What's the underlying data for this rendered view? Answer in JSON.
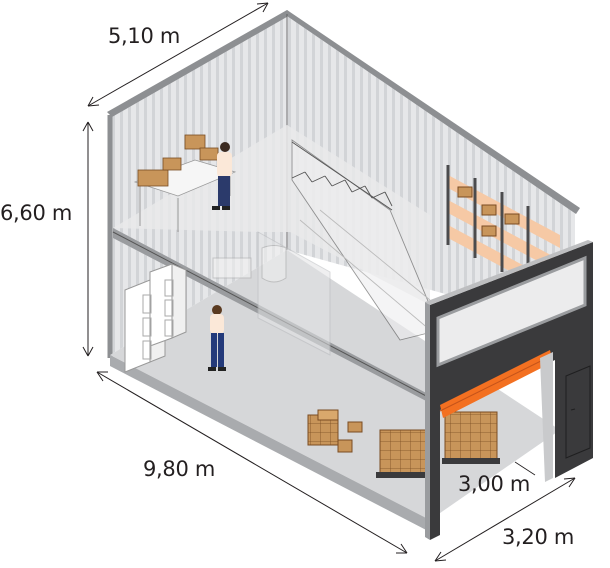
{
  "diagram": {
    "title": "Isometric warehouse unit with mezzanine",
    "colors": {
      "wall_light": "#e4e5e7",
      "wall_stripe": "#cfd1d4",
      "floor": "#d5d6d8",
      "floor_edge": "#a9abae",
      "front_panel": "#3a3a3c",
      "roller_door": "#f37021",
      "box": "#c8955a",
      "box_dark": "#8a5a2b",
      "shelf": "#f6c9a5",
      "dimension_line": "#231f20"
    },
    "dimensions": {
      "width": "5,10 m",
      "height": "6,60 m",
      "length": "9,80 m",
      "door_width": "3,00 m",
      "front_depth": "3,20 m"
    },
    "elements": [
      "mezzanine-floor",
      "staircase",
      "office-desk-with-boxes",
      "worker-upper",
      "worker-lower",
      "filing-cabinets",
      "sink",
      "toilet",
      "storage-shelving",
      "box-pile",
      "pallet-of-boxes",
      "roller-door",
      "personnel-door",
      "mezzanine-window"
    ]
  }
}
